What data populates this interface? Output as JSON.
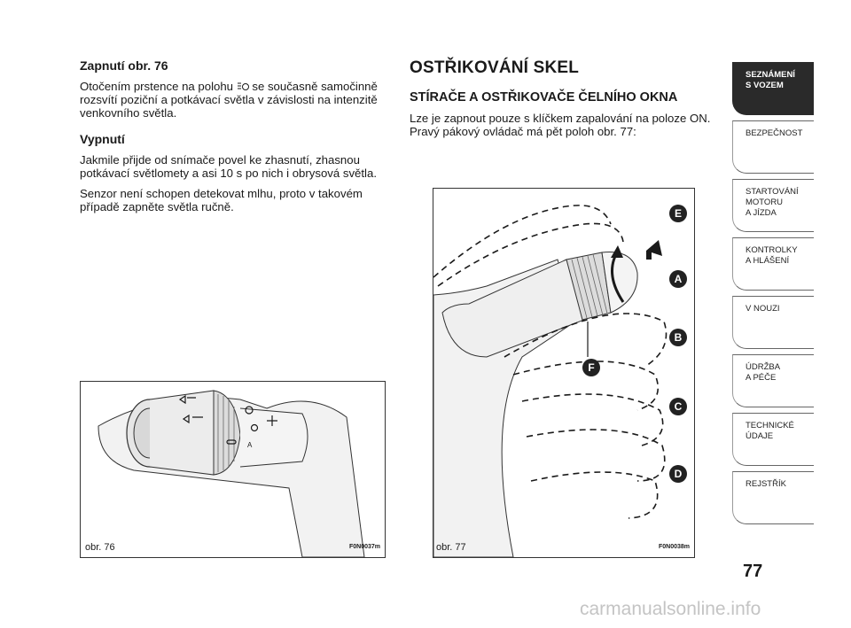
{
  "left": {
    "heading_on": "Zapnutí obr. 76",
    "para_on_before": "Otočením prstence na polohu",
    "para_on_after": "se současně samočinně rozsvítí poziční a potkávací světla v závislosti na intenzitě venkovního světla.",
    "heading_off": "Vypnutí",
    "para_off": "Jakmile přijde od snímače povel ke zhasnutí, zhasnou potkávací světlomety a asi 10 s po nich i obrysová světla.",
    "para_fog": "Senzor není schopen detekovat mlhu, proto v takovém případě zapněte světla ručně."
  },
  "right": {
    "title": "OSTŘIKOVÁNÍ SKEL",
    "subtitle": "STÍRAČE A OSTŘIKOVAČE ČELNÍHO OKNA",
    "para": "Lze je zapnout pouze s klíčkem zapalování na poloze ON. Pravý pákový ovládač má pět poloh obr. 77:"
  },
  "fig76": {
    "label": "obr. 76",
    "code": "F0N0037m"
  },
  "fig77": {
    "label": "obr. 77",
    "code": "F0N0038m",
    "markers": [
      "E",
      "A",
      "B",
      "F",
      "C",
      "D"
    ]
  },
  "sidebar": [
    "SEZNÁMENÍ\nS VOZEM",
    "BEZPEČNOST",
    "STARTOVÁNÍ\nMOTORU\nA JÍZDA",
    "KONTROLKY\nA HLÁŠENÍ",
    "V NOUZI",
    "ÚDRŽBA\nA PÉČE",
    "TECHNICKÉ\nÚDAJE",
    "REJSTŘÍK"
  ],
  "page_number": "77",
  "watermark": "carmanualsonline.info"
}
